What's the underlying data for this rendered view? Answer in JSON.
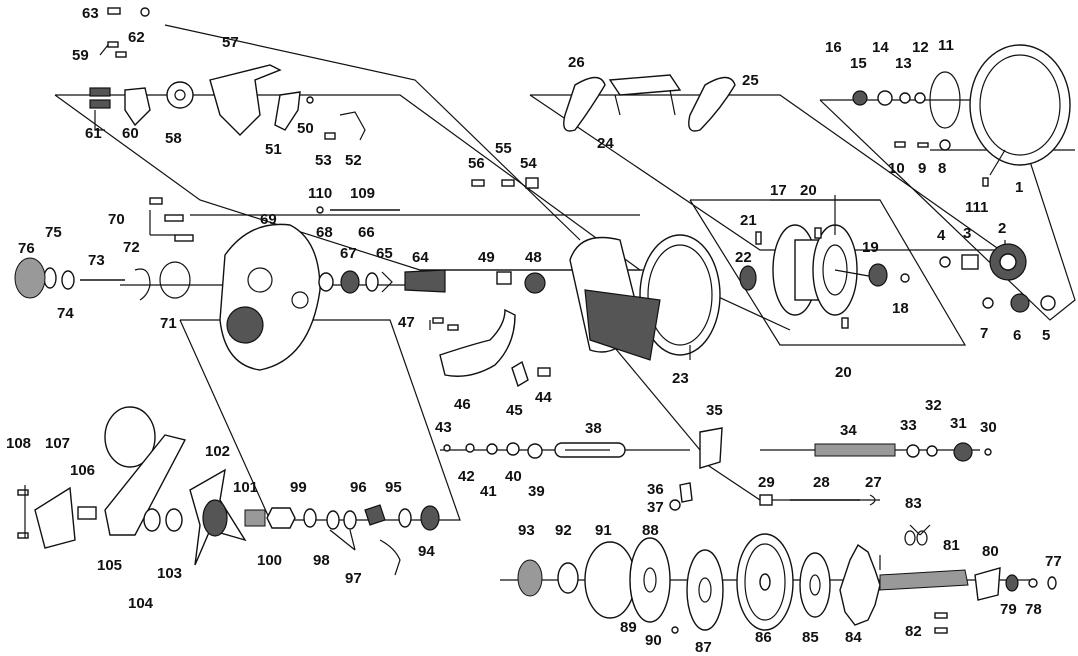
{
  "diagram": {
    "labels": [
      {
        "id": "l1",
        "text": "1"
      },
      {
        "id": "l2",
        "text": "2"
      },
      {
        "id": "l3",
        "text": "3"
      },
      {
        "id": "l4",
        "text": "4"
      },
      {
        "id": "l5",
        "text": "5"
      },
      {
        "id": "l6",
        "text": "6"
      },
      {
        "id": "l7",
        "text": "7"
      },
      {
        "id": "l8",
        "text": "8"
      },
      {
        "id": "l9",
        "text": "9"
      },
      {
        "id": "l10",
        "text": "10"
      },
      {
        "id": "l11",
        "text": "11"
      },
      {
        "id": "l12",
        "text": "12"
      },
      {
        "id": "l13",
        "text": "13"
      },
      {
        "id": "l14",
        "text": "14"
      },
      {
        "id": "l15",
        "text": "15"
      },
      {
        "id": "l16",
        "text": "16"
      },
      {
        "id": "l17",
        "text": "17"
      },
      {
        "id": "l18",
        "text": "18"
      },
      {
        "id": "l19",
        "text": "19"
      },
      {
        "id": "l20a",
        "text": "20"
      },
      {
        "id": "l20b",
        "text": "20"
      },
      {
        "id": "l21",
        "text": "21"
      },
      {
        "id": "l22",
        "text": "22"
      },
      {
        "id": "l23",
        "text": "23"
      },
      {
        "id": "l24",
        "text": "24"
      },
      {
        "id": "l25",
        "text": "25"
      },
      {
        "id": "l26",
        "text": "26"
      },
      {
        "id": "l27",
        "text": "27"
      },
      {
        "id": "l28",
        "text": "28"
      },
      {
        "id": "l29",
        "text": "29"
      },
      {
        "id": "l30",
        "text": "30"
      },
      {
        "id": "l31",
        "text": "31"
      },
      {
        "id": "l32",
        "text": "32"
      },
      {
        "id": "l33",
        "text": "33"
      },
      {
        "id": "l34",
        "text": "34"
      },
      {
        "id": "l35",
        "text": "35"
      },
      {
        "id": "l36",
        "text": "36"
      },
      {
        "id": "l37",
        "text": "37"
      },
      {
        "id": "l38",
        "text": "38"
      },
      {
        "id": "l39",
        "text": "39"
      },
      {
        "id": "l40",
        "text": "40"
      },
      {
        "id": "l41",
        "text": "41"
      },
      {
        "id": "l42",
        "text": "42"
      },
      {
        "id": "l43",
        "text": "43"
      },
      {
        "id": "l44",
        "text": "44"
      },
      {
        "id": "l45",
        "text": "45"
      },
      {
        "id": "l46",
        "text": "46"
      },
      {
        "id": "l47",
        "text": "47"
      },
      {
        "id": "l48",
        "text": "48"
      },
      {
        "id": "l49",
        "text": "49"
      },
      {
        "id": "l50",
        "text": "50"
      },
      {
        "id": "l51",
        "text": "51"
      },
      {
        "id": "l52",
        "text": "52"
      },
      {
        "id": "l53",
        "text": "53"
      },
      {
        "id": "l54",
        "text": "54"
      },
      {
        "id": "l55",
        "text": "55"
      },
      {
        "id": "l56",
        "text": "56"
      },
      {
        "id": "l57",
        "text": "57"
      },
      {
        "id": "l58",
        "text": "58"
      },
      {
        "id": "l59",
        "text": "59"
      },
      {
        "id": "l60",
        "text": "60"
      },
      {
        "id": "l61",
        "text": "61"
      },
      {
        "id": "l62",
        "text": "62"
      },
      {
        "id": "l63",
        "text": "63"
      },
      {
        "id": "l64",
        "text": "64"
      },
      {
        "id": "l65",
        "text": "65"
      },
      {
        "id": "l66",
        "text": "66"
      },
      {
        "id": "l67",
        "text": "67"
      },
      {
        "id": "l68",
        "text": "68"
      },
      {
        "id": "l69",
        "text": "69"
      },
      {
        "id": "l70",
        "text": "70"
      },
      {
        "id": "l71",
        "text": "71"
      },
      {
        "id": "l72",
        "text": "72"
      },
      {
        "id": "l73",
        "text": "73"
      },
      {
        "id": "l74",
        "text": "74"
      },
      {
        "id": "l75",
        "text": "75"
      },
      {
        "id": "l76",
        "text": "76"
      },
      {
        "id": "l77",
        "text": "77"
      },
      {
        "id": "l78",
        "text": "78"
      },
      {
        "id": "l79",
        "text": "79"
      },
      {
        "id": "l80",
        "text": "80"
      },
      {
        "id": "l81",
        "text": "81"
      },
      {
        "id": "l82",
        "text": "82"
      },
      {
        "id": "l83",
        "text": "83"
      },
      {
        "id": "l84",
        "text": "84"
      },
      {
        "id": "l85",
        "text": "85"
      },
      {
        "id": "l86",
        "text": "86"
      },
      {
        "id": "l87",
        "text": "87"
      },
      {
        "id": "l88",
        "text": "88"
      },
      {
        "id": "l89",
        "text": "89"
      },
      {
        "id": "l90",
        "text": "90"
      },
      {
        "id": "l91",
        "text": "91"
      },
      {
        "id": "l92",
        "text": "92"
      },
      {
        "id": "l93",
        "text": "93"
      },
      {
        "id": "l94",
        "text": "94"
      },
      {
        "id": "l95",
        "text": "95"
      },
      {
        "id": "l96",
        "text": "96"
      },
      {
        "id": "l97",
        "text": "97"
      },
      {
        "id": "l98",
        "text": "98"
      },
      {
        "id": "l99",
        "text": "99"
      },
      {
        "id": "l100",
        "text": "100"
      },
      {
        "id": "l101",
        "text": "101"
      },
      {
        "id": "l102",
        "text": "102"
      },
      {
        "id": "l103",
        "text": "103"
      },
      {
        "id": "l104",
        "text": "104"
      },
      {
        "id": "l105",
        "text": "105"
      },
      {
        "id": "l106",
        "text": "106"
      },
      {
        "id": "l107",
        "text": "107"
      },
      {
        "id": "l108",
        "text": "108"
      },
      {
        "id": "l109",
        "text": "109"
      },
      {
        "id": "l110",
        "text": "110"
      },
      {
        "id": "l111",
        "text": "111"
      }
    ]
  }
}
